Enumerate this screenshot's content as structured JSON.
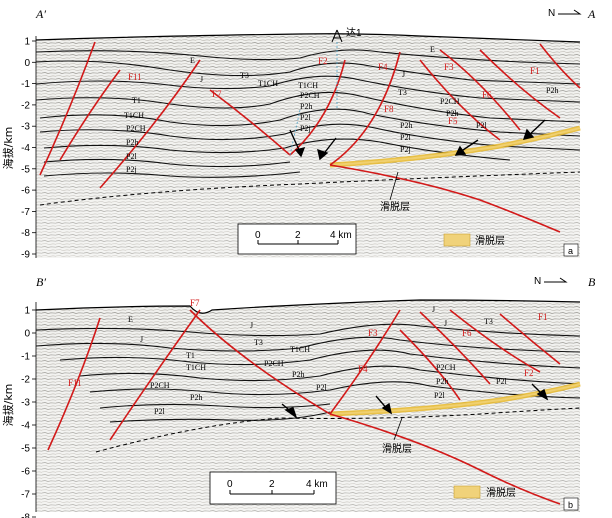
{
  "panel_a": {
    "left_label": "A′",
    "right_label": "A",
    "north": "N",
    "well": "达1",
    "ylabel": "海拔/km",
    "yticks": [
      "1",
      "0",
      "-1",
      "-2",
      "-3",
      "-4",
      "-5",
      "-6",
      "-7",
      "-8",
      "-9"
    ],
    "scale": {
      "t0": "0",
      "t1": "2",
      "t2": "4 km"
    },
    "legend": "滑脱层",
    "decollement_label": "滑脱层",
    "panel_letter": "a",
    "faults": [
      "F11",
      "F7",
      "F2",
      "F4",
      "F3",
      "F6",
      "F5",
      "F1",
      "F8"
    ],
    "strata": [
      "E",
      "J",
      "E",
      "J",
      "T3",
      "T1CH",
      "T1CH",
      "P2CH",
      "P2h",
      "P2l",
      "P2j",
      "T1",
      "T1CH",
      "P2CH",
      "P2h",
      "P2l",
      "P2j",
      "T3",
      "P2CH",
      "P2h",
      "P2l",
      "P2j",
      "P2h",
      "P2l",
      "P2h"
    ]
  },
  "panel_b": {
    "left_label": "B′",
    "right_label": "B",
    "north": "N",
    "ylabel": "海拔/km",
    "yticks": [
      "1",
      "0",
      "-1",
      "-2",
      "-3",
      "-4",
      "-5",
      "-6",
      "-7",
      "-8"
    ],
    "scale": {
      "t0": "0",
      "t1": "2",
      "t2": "4 km"
    },
    "legend": "滑脱层",
    "decollement_label": "滑脱层",
    "panel_letter": "b",
    "faults": [
      "F7",
      "F11",
      "F3",
      "F4",
      "F6",
      "F1",
      "F2"
    ],
    "strata": [
      "E",
      "J",
      "J",
      "T3",
      "T1CH",
      "T1",
      "T1CH",
      "P2CH",
      "P2h",
      "P2l",
      "P2CH",
      "P2h",
      "P2l",
      "J",
      "J",
      "P2CH",
      "P2h",
      "P2l",
      "P2l",
      "T3"
    ]
  }
}
